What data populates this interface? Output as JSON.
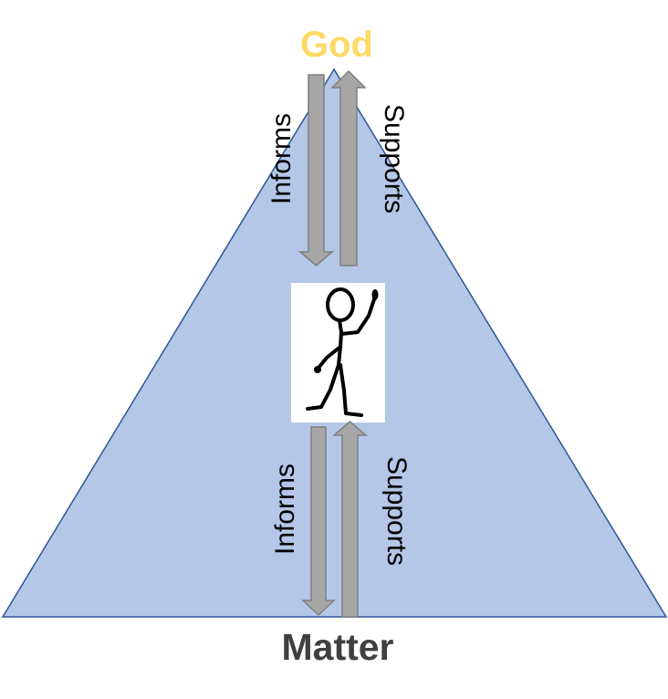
{
  "top_label": "God",
  "bottom_label": "Matter",
  "upper_arrows": {
    "down_label": "Informs",
    "up_label": "Supports"
  },
  "lower_arrows": {
    "down_label": "Informs",
    "up_label": "Supports"
  },
  "colors": {
    "triangle_fill": "#b4c7e7",
    "triangle_stroke": "#2f5597",
    "arrow_fill": "#a6a6a6",
    "arrow_stroke": "#7f7f7f",
    "top_label": "#ffd966",
    "bottom_label": "#404040"
  },
  "figure_icon": "stick-figure-pointing-up-icon"
}
